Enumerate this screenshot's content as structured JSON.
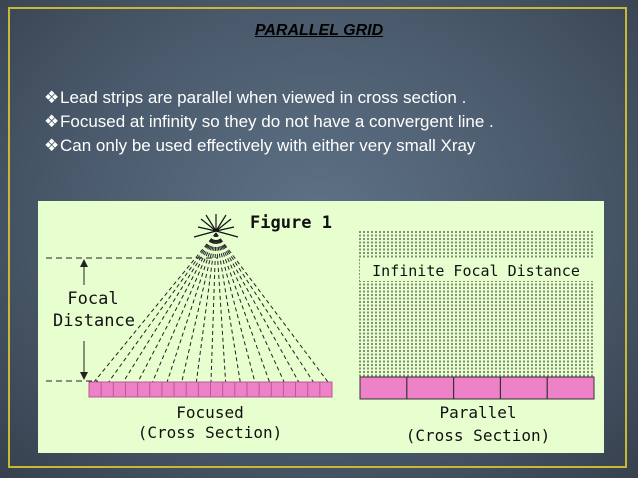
{
  "slide": {
    "title": "PARALLEL GRID",
    "bullets": [
      {
        "icon": "diamond-bullet-icon",
        "text": "Lead strips are parallel when viewed in cross section ."
      },
      {
        "icon": "diamond-bullet-icon",
        "text": "Focused at infinity so they do not have a convergent line ."
      },
      {
        "icon": "diamond-bullet-icon",
        "text": "Can only be used effectively with either very small Xray"
      }
    ],
    "colors": {
      "frame": "#c9b836",
      "figure_background": "#e7ffcf",
      "grid_fill": "#ee82c8"
    }
  },
  "figure": {
    "title": "Figure 1",
    "focal_label_line1": "Focal",
    "focal_label_line2": "Distance",
    "focused_caption": "Focused",
    "focused_subcaption": "(Cross Section)",
    "infinite_label": "Infinite Focal Distance",
    "parallel_caption": "Parallel",
    "parallel_subcaption": "(Cross Section)"
  }
}
